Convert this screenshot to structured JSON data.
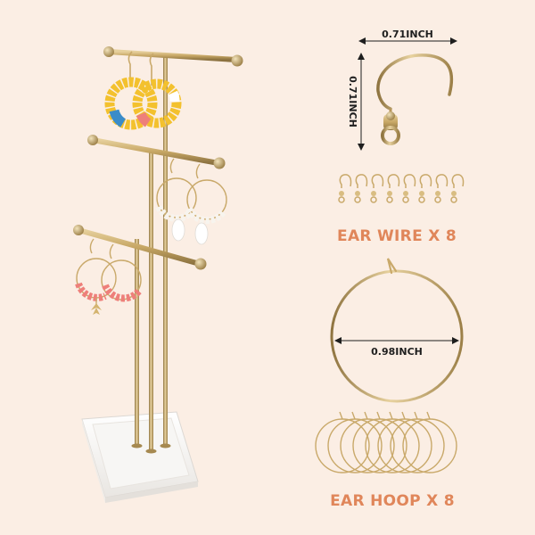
{
  "labels": {
    "wire_width": "0.71INCH",
    "wire_height": "0.71INCH",
    "wire_caption": "EAR WIRE X 8",
    "hoop_width": "0.98INCH",
    "hoop_caption": "EAR HOOP X 8"
  },
  "colors": {
    "background": "#fbeee4",
    "gold": "#c9a96a",
    "caption": "#e0865a",
    "tray": "#ffffff",
    "bead_yellow": "#f3c12e",
    "bead_pink": "#ee7f7a",
    "bead_white": "#f7f4ee"
  }
}
